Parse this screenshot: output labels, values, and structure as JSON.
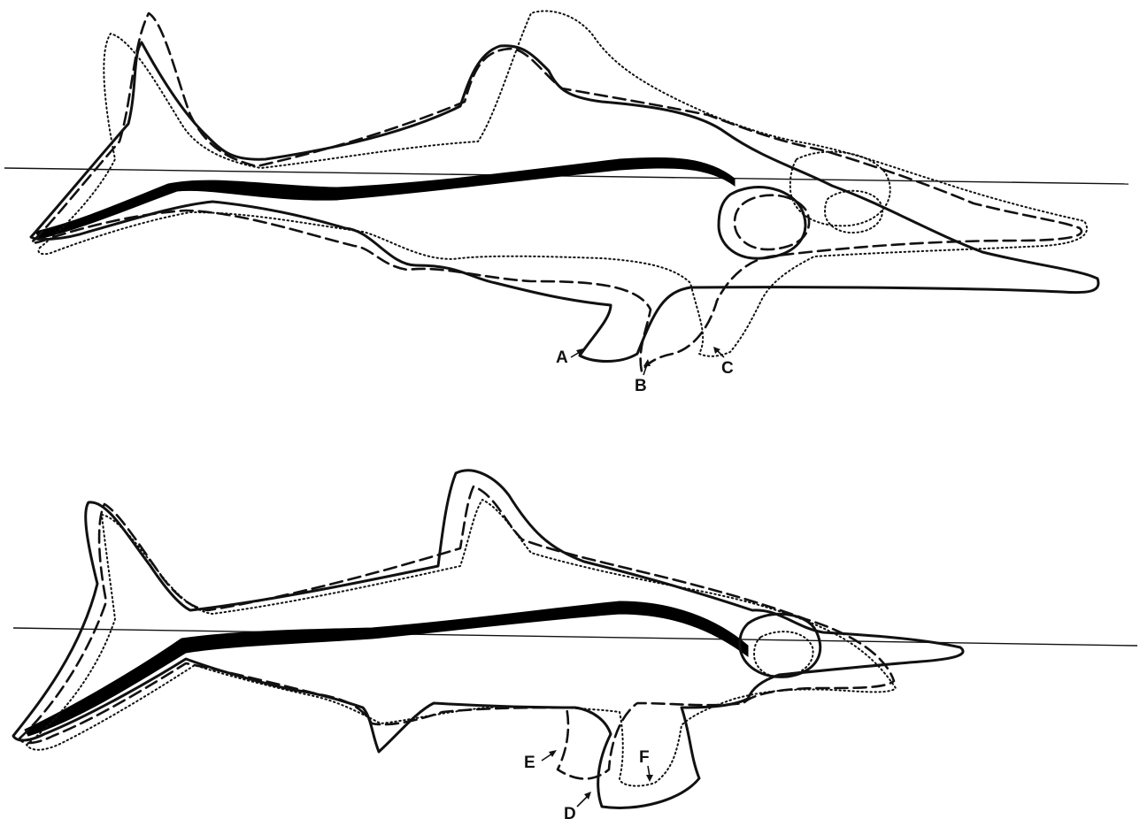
{
  "figure": {
    "top_panel": {
      "labels": [
        "A",
        "B",
        "C"
      ]
    },
    "bottom_panel": {
      "labels": [
        "D",
        "E",
        "F"
      ]
    }
  }
}
